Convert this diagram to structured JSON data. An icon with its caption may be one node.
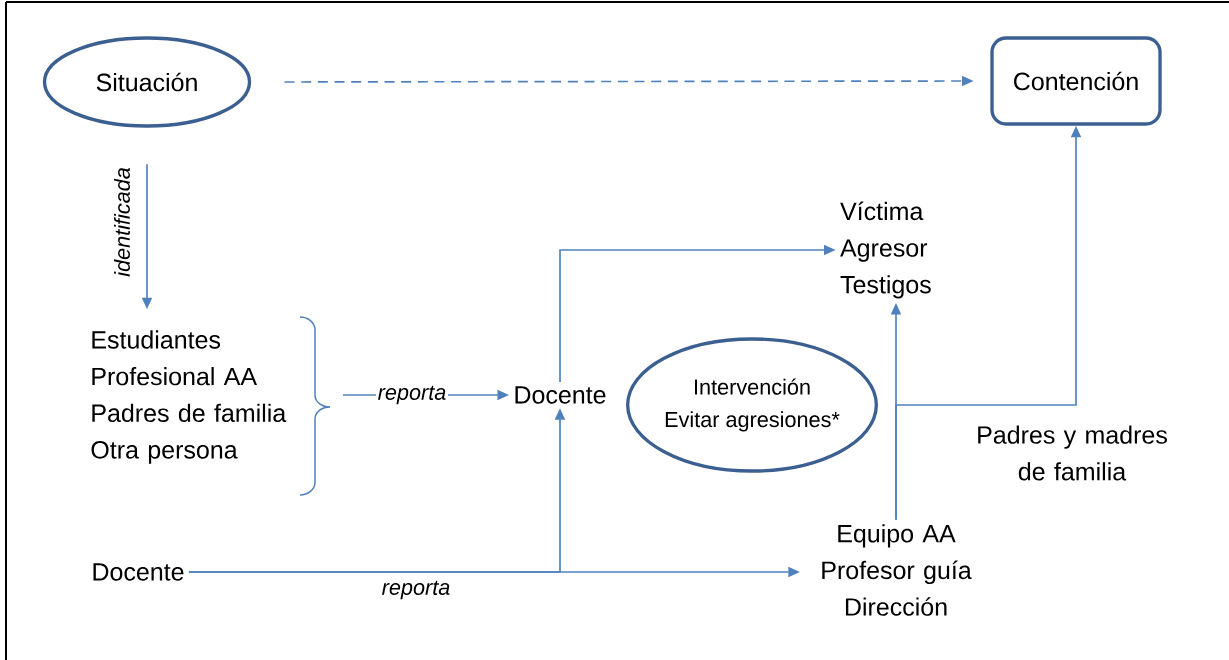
{
  "diagram": {
    "nodes": [
      {
        "text": [
          "Situación"
        ]
      },
      {
        "text": [
          "Contención"
        ]
      },
      {
        "text": [
          "Víctima Agresor Testigos"
        ]
      },
      {
        "text": [
          "Estudiantes Profesional AA Padres de familia Otra persona"
        ]
      },
      {
        "text": [
          "Docente"
        ]
      },
      {
        "text": [
          "Intervención",
          "Evitar agresiones*"
        ]
      },
      {
        "text": [
          "Docente"
        ]
      },
      {
        "text": [
          "Equipo AA Profesor guía Dirección"
        ]
      }
    ],
    "edges": [
      {
        "from": 0,
        "to": 1,
        "arrow": "to",
        "style": "dashed"
      },
      {
        "from": 0,
        "to": 3,
        "arrow": "to",
        "label": "identificada"
      },
      {
        "from": 3,
        "to": 4,
        "arrow": "to",
        "label": "reporta"
      },
      {
        "from": 4,
        "to": 2,
        "arrow": "to"
      },
      {
        "from": 6,
        "to": 4,
        "arrow": "to",
        "label": "reporta"
      },
      {
        "from": 6,
        "to": 7,
        "arrow": "to"
      },
      {
        "from": 7,
        "to": 2,
        "arrow": "to"
      },
      {
        "from": 7,
        "to": 1,
        "arrow": "to",
        "label": "Padres y madres de familia"
      }
    ]
  }
}
